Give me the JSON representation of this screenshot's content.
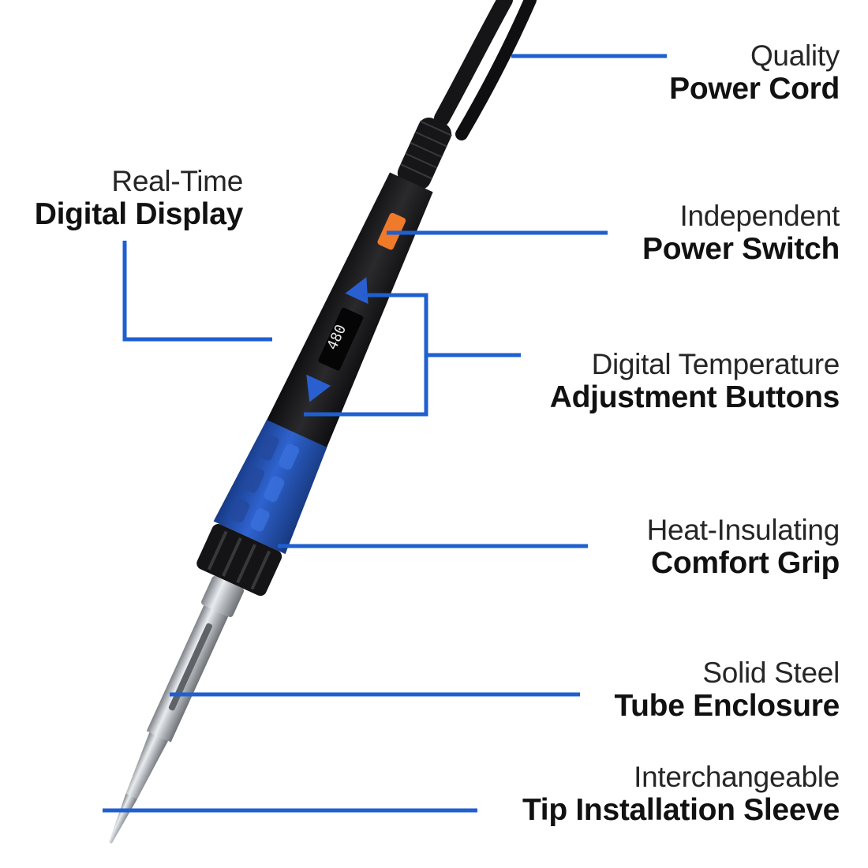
{
  "callouts": {
    "power_cord": {
      "line1": "Quality",
      "line2": "Power Cord"
    },
    "display": {
      "line1": "Real-Time",
      "line2": "Digital Display"
    },
    "power_switch": {
      "line1": "Independent",
      "line2": "Power Switch"
    },
    "temp_buttons": {
      "line1": "Digital Temperature",
      "line2": "Adjustment Buttons"
    },
    "grip": {
      "line1": "Heat-Insulating",
      "line2": "Comfort Grip"
    },
    "steel_tube": {
      "line1": "Solid Steel",
      "line2": "Tube Enclosure"
    },
    "tip_sleeve": {
      "line1": "Interchangeable",
      "line2": "Tip Installation Sleeve"
    }
  },
  "display_readout": "480",
  "colors": {
    "accent_blue": "#1f5fd0",
    "grip_blue": "#1f4fb0",
    "body_black": "#1b1b1d",
    "switch_orange": "#ef7a2a",
    "steel": "#b8bcc0"
  }
}
